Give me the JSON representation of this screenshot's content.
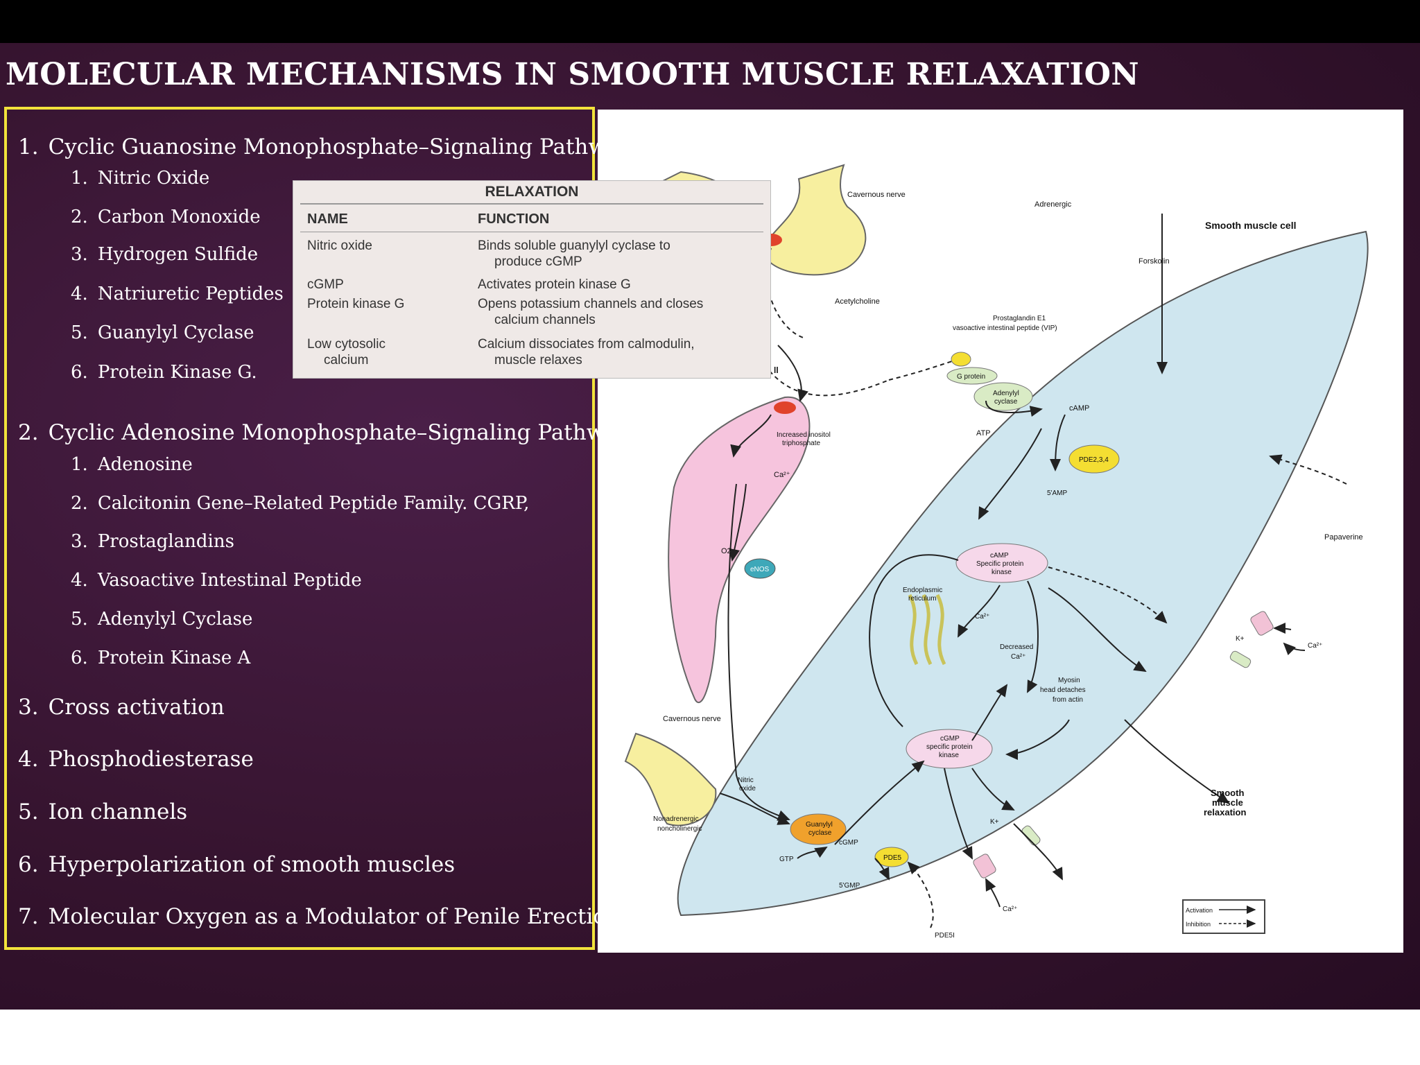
{
  "slide": {
    "title": "MOLECULAR MECHANISMS IN SMOOTH MUSCLE RELAXATION"
  },
  "outline": [
    {
      "num": "1.",
      "text": "Cyclic Guanosine Monophosphate–Signaling Pathway.",
      "sub": [
        {
          "num": "1.",
          "text": "Nitric Oxide"
        },
        {
          "num": "2.",
          "text": "Carbon Monoxide"
        },
        {
          "num": "3.",
          "text": "Hydrogen Sulfide"
        },
        {
          "num": "4.",
          "text": "Natriuretic Peptides"
        },
        {
          "num": "5.",
          "text": "Guanylyl Cyclase"
        },
        {
          "num": "6.",
          "text": "Protein Kinase G."
        }
      ]
    },
    {
      "num": "2.",
      "text": "Cyclic Adenosine Monophosphate–Signaling Pathway",
      "sub": [
        {
          "num": "1.",
          "text": "Adenosine"
        },
        {
          "num": "2.",
          "text": "Calcitonin Gene–Related Peptide Family. CGRP,"
        },
        {
          "num": "3.",
          "text": "Prostaglandins"
        },
        {
          "num": "4.",
          "text": "Vasoactive Intestinal Peptide"
        },
        {
          "num": "5.",
          "text": "Adenylyl Cyclase"
        },
        {
          "num": "6.",
          "text": "Protein Kinase A"
        }
      ]
    },
    {
      "num": "3.",
      "text": "Cross activation"
    },
    {
      "num": "4.",
      "text": "Phosphodiesterase"
    },
    {
      "num": "5.",
      "text": "Ion channels"
    },
    {
      "num": "6.",
      "text": "Hyperpolarization of smooth muscles"
    },
    {
      "num": "7.",
      "text": "Molecular Oxygen as a Modulator of Penile Erection"
    }
  ],
  "table": {
    "caption": "RELAXATION",
    "header_name": "NAME",
    "header_function": "FUNCTION",
    "rows": [
      {
        "name": "Nitric oxide",
        "function_l1": "Binds soluble guanylyl cyclase to",
        "function_l2": "produce cGMP"
      },
      {
        "name": "cGMP",
        "function_l1": "Activates protein kinase G",
        "function_l2": ""
      },
      {
        "name": "Protein kinase G",
        "function_l1": "Opens potassium channels and closes",
        "function_l2": "calcium channels"
      },
      {
        "name_l1": "Low cytosolic",
        "name_l2": "calcium",
        "function_l1": "Calcium dissociates from calmodulin,",
        "function_l2": "muscle relaxes"
      }
    ]
  },
  "diagram": {
    "cavernous_nerve_top": "Cavernous nerve",
    "adrenergic": "Adrenergic",
    "smooth_muscle_cell": "Smooth muscle cell",
    "forskolin": "Forskolin",
    "acetylcholine": "Acetylcholine",
    "prostaglandin_e1": "Prostaglandin E1",
    "vip": "vasoactive intestinal peptide (VIP)",
    "g_protein": "G protein",
    "adenylyl_l1": "Adenylyl",
    "adenylyl_l2": "cyclase",
    "camp_top": "cAMP",
    "atp": "ATP",
    "pde234": "PDE2,3,4",
    "five_amp": "5'AMP",
    "papaverine": "Papaverine",
    "ip3_l1": "Increased inositol",
    "ip3_l2": "triphosphate",
    "ca_endo": "Ca²⁺",
    "o2": "O2",
    "enos": "eNOS",
    "l_fragment": "ll",
    "camp_kinase_l1": "cAMP",
    "camp_kinase_l2": "Specific protein",
    "camp_kinase_l3": "kinase",
    "er_l1": "Endoplasmic",
    "er_l2": "reticulum",
    "ca_er": "Ca²⁺",
    "k_right": "K+",
    "ca_right": "Ca²⁺",
    "decreased_l1": "Decreased",
    "decreased_l2": "Ca²⁺",
    "myosin_l1": "Myosin",
    "myosin_l2": "head detaches",
    "myosin_l3": "from actin",
    "cavernous_nerve_bottom": "Cavernous nerve",
    "cgmp_kinase_l1": "cGMP",
    "cgmp_kinase_l2": "specific protein",
    "cgmp_kinase_l3": "kinase",
    "nitric_l1": "Nitric",
    "nitric_l2": "oxide",
    "nanc_l1": "Nonadrenergic",
    "nanc_l2": "noncholinergic",
    "guanylyl_l1": "Guanylyl",
    "guanylyl_l2": "cyclase",
    "gtp": "GTP",
    "cgmp": "cGMP",
    "pde5": "PDE5",
    "five_gmp": "5'GMP",
    "pde5i": "PDE5I",
    "k_bottom": "K+",
    "ca_bottom": "Ca²⁺",
    "smooth_relax_l1": "Smooth",
    "smooth_relax_l2": "muscle",
    "smooth_relax_l3": "relaxation",
    "legend_activation": "Activation",
    "legend_inhibition": "Inhibition"
  },
  "colors": {
    "slide_bg": "#36142f",
    "outline_border": "#f2e33b",
    "cell_fill": "#cfe6ef",
    "nerve_fill": "#f7ef9f",
    "endothelium_fill": "#f6c4dd",
    "receptor_red": "#e0432b",
    "enzyme_yellow": "#f4de32",
    "guanylyl_orange": "#f0a12c",
    "enos_teal": "#3ea8b9"
  }
}
